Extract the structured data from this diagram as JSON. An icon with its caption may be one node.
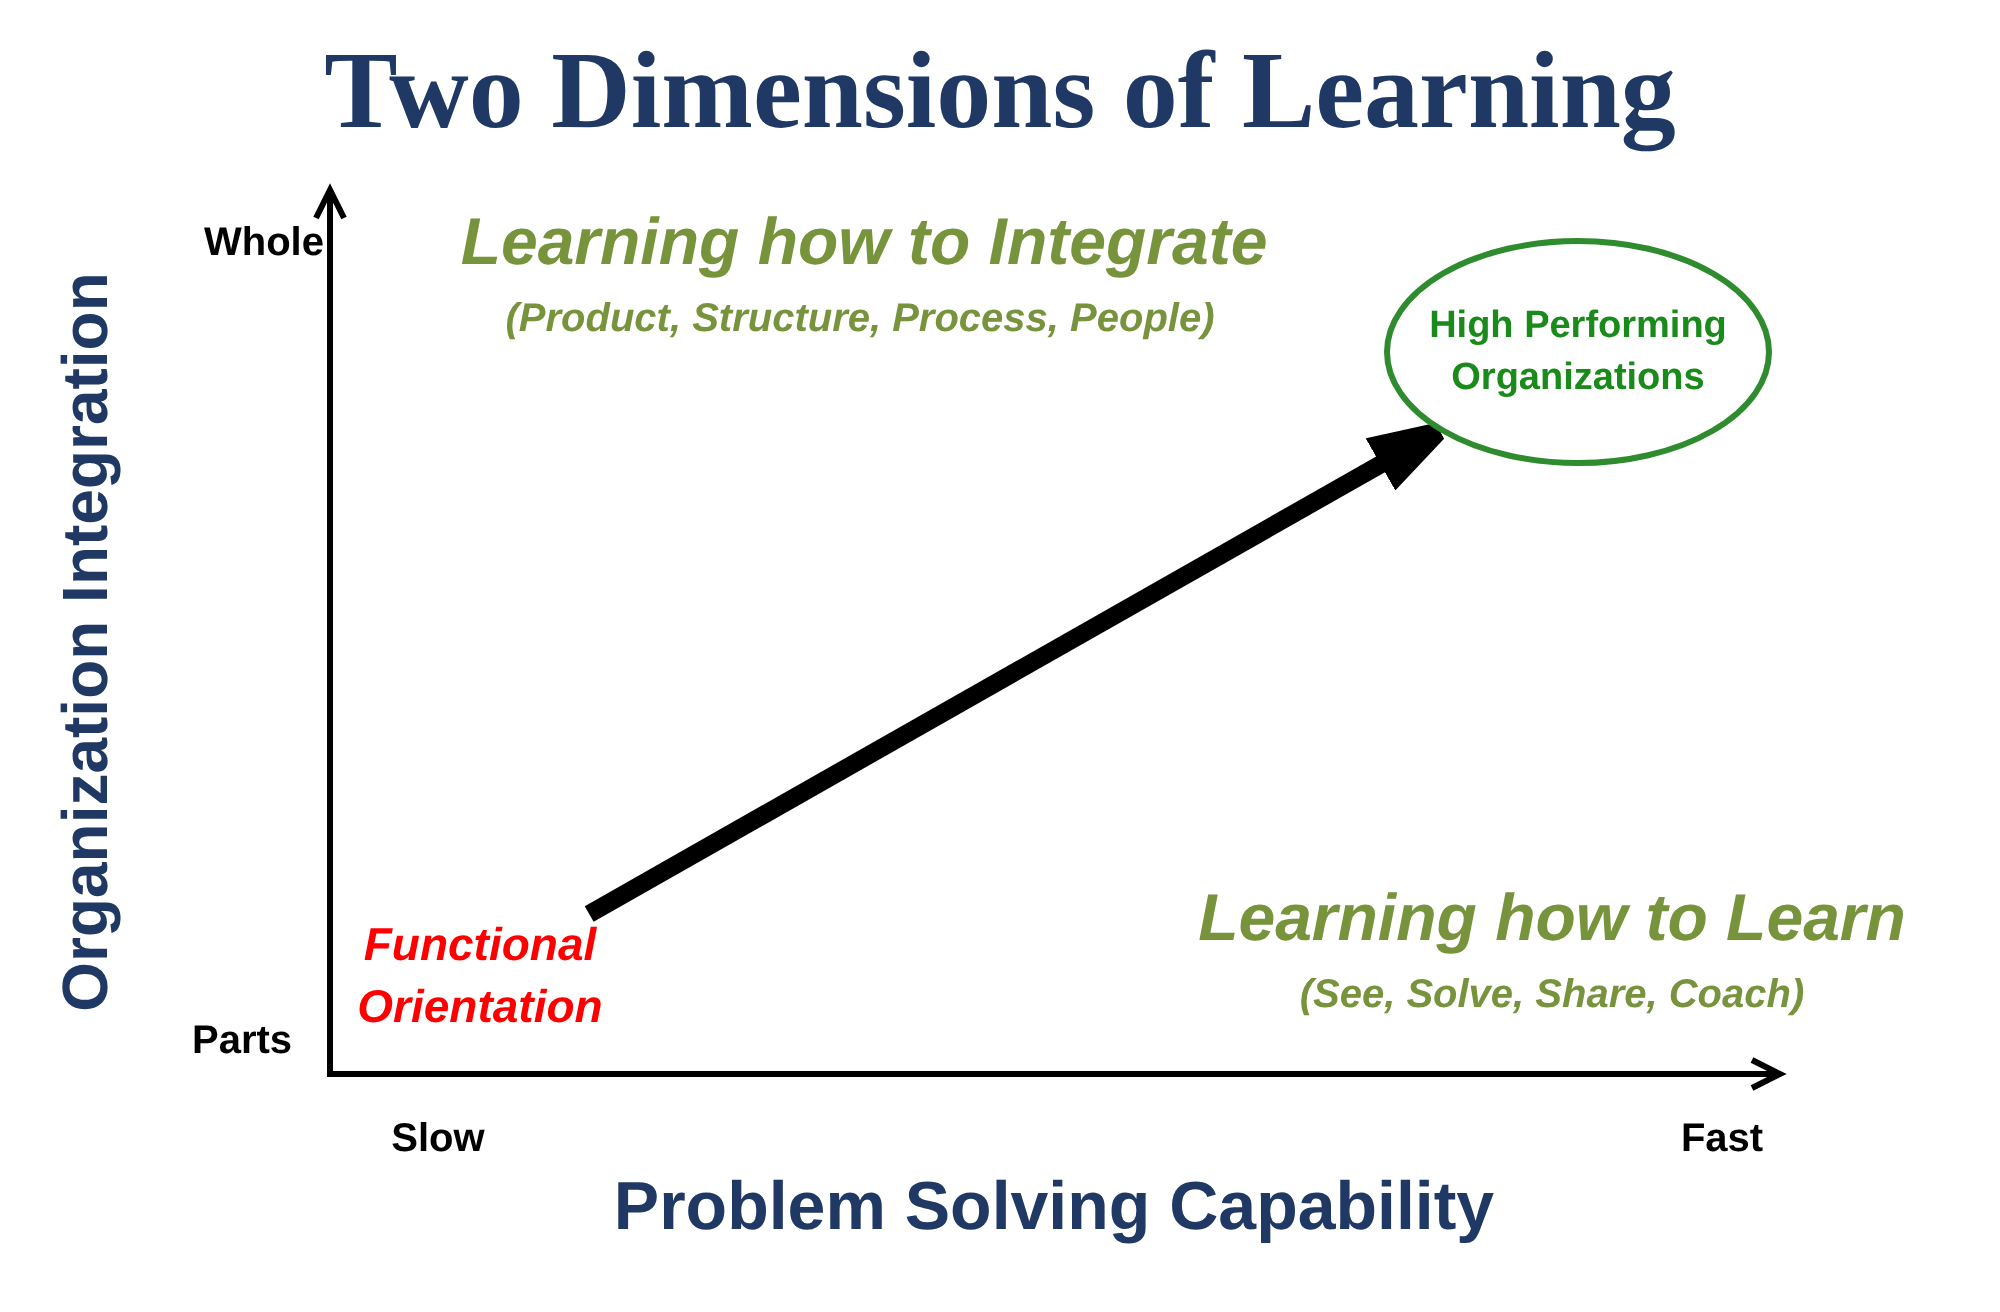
{
  "diagram": {
    "title": "Two Dimensions of Learning",
    "nodes": [
      {
        "text": [
          "High Performing Organizations"
        ]
      },
      {
        "text": [
          "Functional Orientation"
        ]
      }
    ],
    "edges": [
      {
        "from": 1,
        "to": 0,
        "arrow": "to"
      }
    ],
    "labels": [
      "Whole",
      "Learning how to Integrate",
      "(Product, Structure, Process, People)",
      "Organization Integration",
      "Learning how to Learn",
      "(See, Solve, Share, Coach)",
      "Parts",
      "Slow",
      "Fast",
      "Problem Solving Capability"
    ]
  }
}
